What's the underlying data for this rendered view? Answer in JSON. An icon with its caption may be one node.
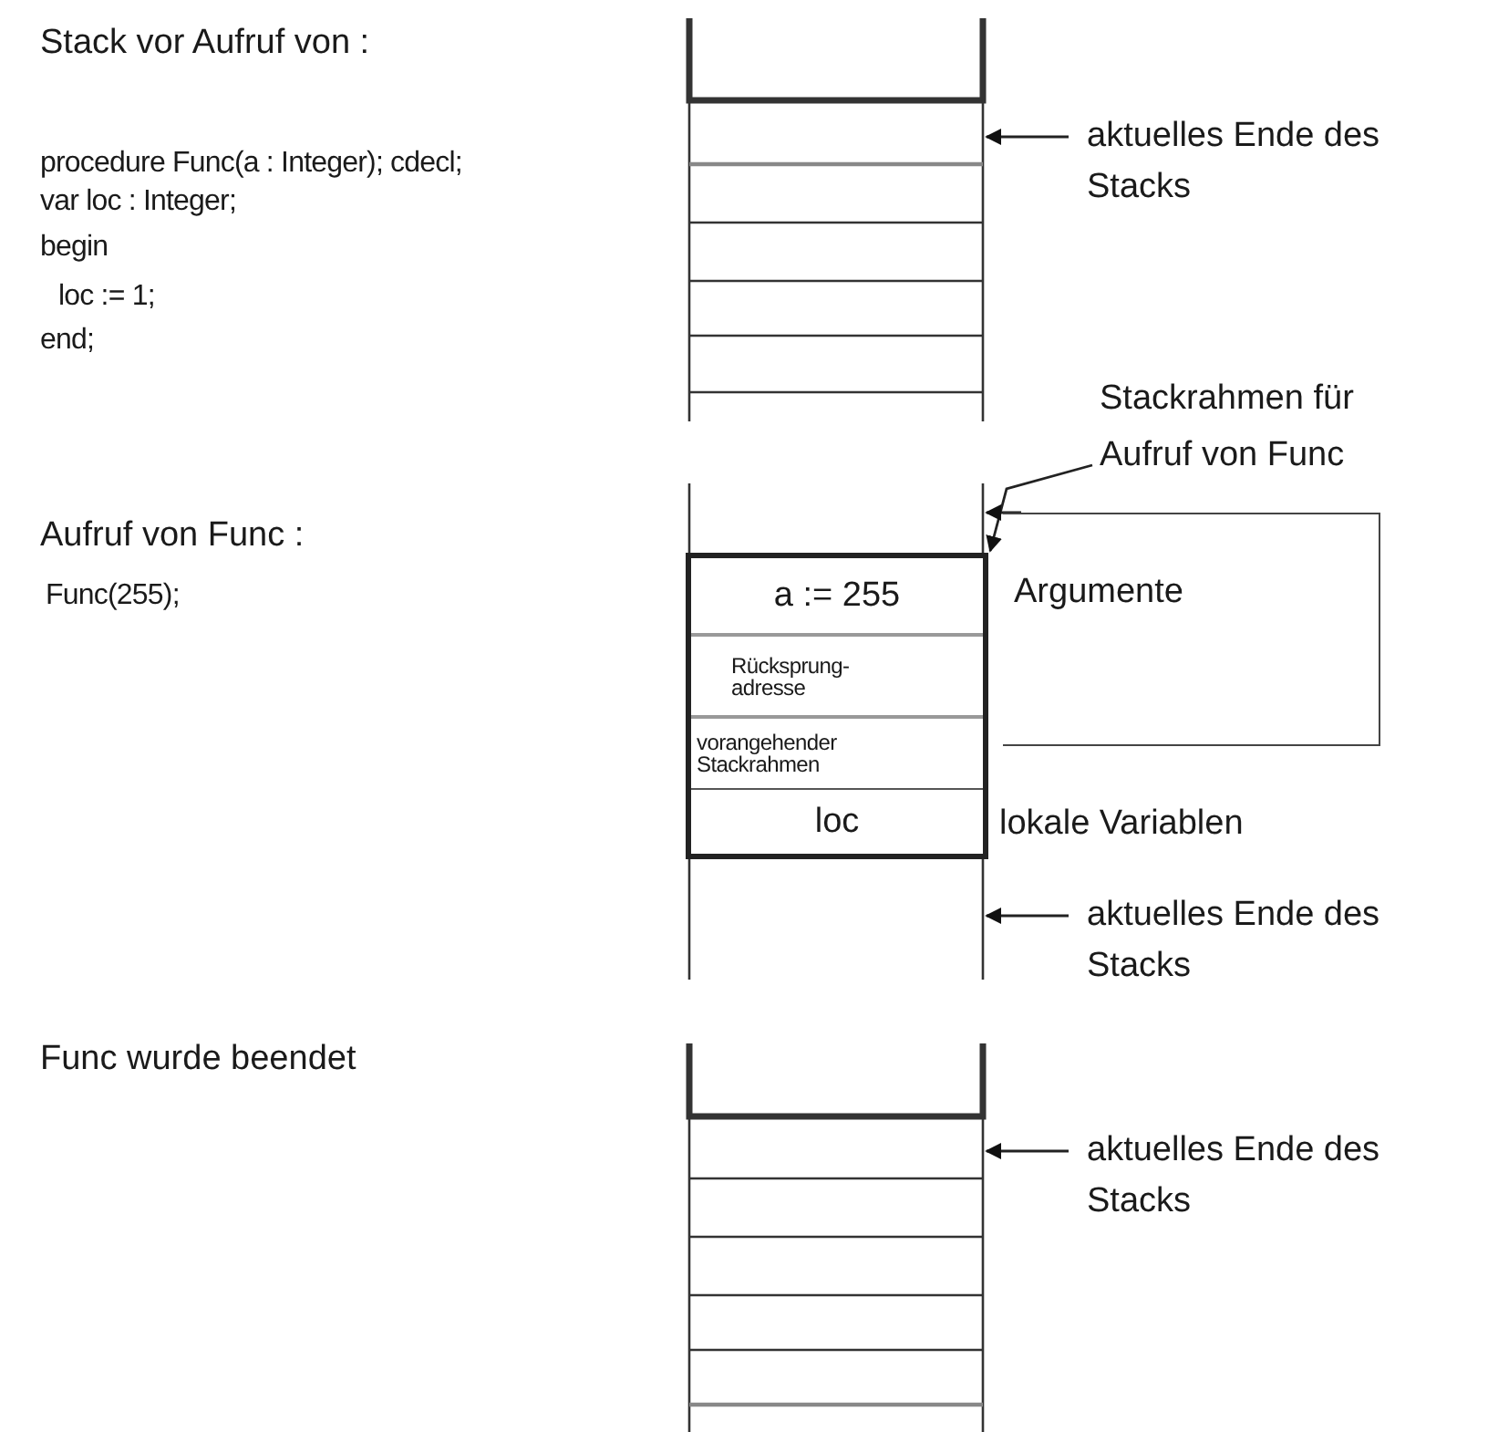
{
  "diagram": {
    "nodes": [
      {
        "text": [],
        "shape": "box"
      },
      {
        "text": [
          "aktuelles Ende des Stacks"
        ]
      },
      {
        "text": [
          "Stackrahmen für Aufruf von Func"
        ]
      },
      {
        "text": [],
        "shape": "box"
      },
      {
        "text": [],
        "shape": "box",
        "in": 3
      },
      {
        "text": [
          "a := 255"
        ],
        "in": 4
      },
      {
        "text": [
          "Rücksprung- adresse"
        ],
        "in": 4
      },
      {
        "text": [
          "vorangehender Stackrahmen"
        ],
        "in": 4
      },
      {
        "text": [
          "loc"
        ],
        "in": 4
      },
      {
        "text": [
          "Argumente"
        ]
      },
      {
        "text": [
          "aktuelles Ende des Stacks"
        ]
      },
      {
        "text": [],
        "shape": "box"
      },
      {
        "text": [
          "aktuelles Ende des Stacks"
        ]
      }
    ],
    "edges": [
      {
        "from": 1,
        "to": 0,
        "arrow": "to"
      },
      {
        "from": 2,
        "to": 4,
        "arrow": "to"
      },
      {
        "from": 9,
        "to": 3,
        "arrow": "to"
      },
      {
        "from": 10,
        "to": 3,
        "arrow": "to"
      },
      {
        "from": 12,
        "to": 11,
        "arrow": "to"
      }
    ],
    "labels": [
      "Stack vor Aufruf von :",
      "procedure Func(a : Integer); cdecl;",
      "var loc : Integer;",
      "begin",
      "loc := 1;",
      "end;",
      "Aufruf von Func :",
      "Func(255);",
      "lokale Variablen",
      "Func wurde beendet"
    ]
  }
}
